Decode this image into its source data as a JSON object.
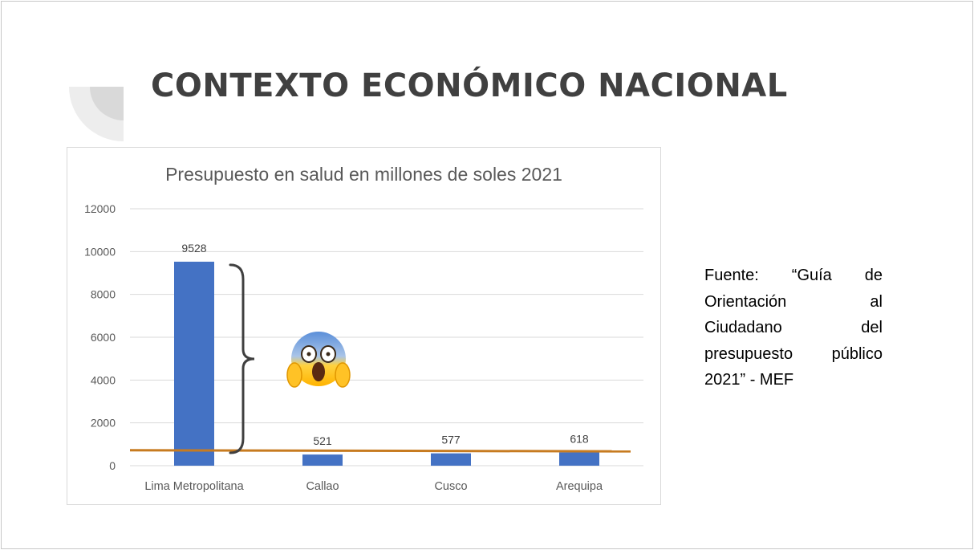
{
  "slide": {
    "title": "CONTEXTO ECONÓMICO NACIONAL",
    "source": "Fuente: “Guía de Orientación al Ciudadano del presupuesto público 2021” - MEF",
    "annotation_icon": "screaming-in-fear-emoji",
    "colors": {
      "title": "#404040",
      "bar": "#4472c4",
      "trend_line": "#c77b20",
      "grid": "#d9d9d9"
    }
  },
  "chart_data": {
    "type": "bar",
    "title": "Presupuesto en salud en millones de soles 2021",
    "categories": [
      "Lima Metropolitana",
      "Callao",
      "Cusco",
      "Arequipa"
    ],
    "values": [
      9528,
      521,
      577,
      618
    ],
    "data_labels": [
      "9528",
      "521",
      "577",
      "618"
    ],
    "ylim": [
      0,
      12000
    ],
    "yticks": [
      "0",
      "2000",
      "4000",
      "6000",
      "8000",
      "10000",
      "12000"
    ],
    "grid": true,
    "legend": "none",
    "annotations": {
      "brace": "right brace beside the Lima Metropolitana bar",
      "horizontal_line": {
        "from_value": 720,
        "to_value": 670
      }
    }
  }
}
